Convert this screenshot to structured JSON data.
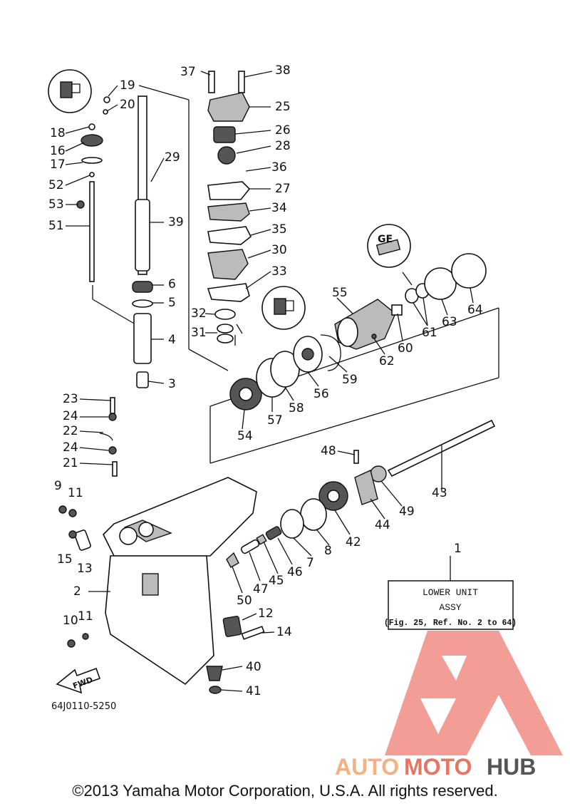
{
  "diagram": {
    "part_numbers": [
      "1",
      "2",
      "3",
      "4",
      "5",
      "6",
      "7",
      "8",
      "9",
      "10",
      "11",
      "11",
      "12",
      "13",
      "14",
      "15",
      "16",
      "17",
      "18",
      "19",
      "20",
      "21",
      "22",
      "23",
      "24",
      "24",
      "25",
      "26",
      "27",
      "28",
      "29",
      "30",
      "31",
      "32",
      "33",
      "34",
      "35",
      "36",
      "37",
      "38",
      "39",
      "40",
      "41",
      "42",
      "43",
      "44",
      "45",
      "46",
      "47",
      "48",
      "49",
      "50",
      "51",
      "52",
      "53",
      "54",
      "55",
      "56",
      "57",
      "58",
      "59",
      "60",
      "61",
      "62",
      "63",
      "64"
    ],
    "reference_code": "64J0110-5250",
    "fwd_label": "FWD",
    "assembly_box": {
      "title": "LOWER UNIT",
      "subtitle": "ASSY",
      "note": "(Fig. 25, Ref. No. 2 to 64)"
    },
    "callout_icons": [
      "LT",
      "GE",
      "LT"
    ]
  },
  "watermark": {
    "brand_part1": "AUTO",
    "brand_part2": "MOTO",
    "brand_part3": "HUB",
    "colors": {
      "auto": "#f4b183",
      "moto": "#e87461",
      "hub": "#555555",
      "logo": "#ef7d75"
    }
  },
  "footer": {
    "copyright": "©2013 Yamaha Motor Corporation, U.S.A. All rights reserved."
  }
}
